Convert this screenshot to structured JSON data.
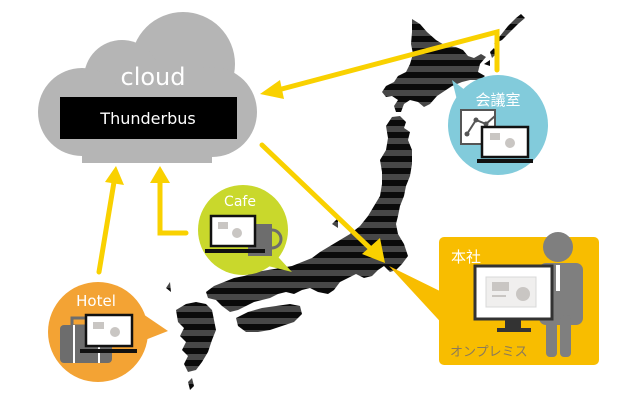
{
  "cloud": {
    "label": "cloud",
    "product": "Thunderbus"
  },
  "locations": {
    "meeting_room": {
      "label": "会議室",
      "icon": "laptop-and-whiteboard-chart-icon"
    },
    "cafe": {
      "label": "Cafe",
      "icon": "laptop-and-coffee-cup-icon"
    },
    "hotel": {
      "label": "Hotel",
      "icon": "laptop-and-suitcase-icon"
    },
    "headquarters": {
      "label": "本社",
      "sublabel": "オンプレミス",
      "icon": "monitor-and-person-icon"
    }
  },
  "colors": {
    "cloud": "#b5b5b5",
    "arrow": "#f9d100",
    "cafe": "#c9d82c",
    "hotel": "#f3a334",
    "meeting_room": "#82cbdb",
    "headquarters": "#f8bd00",
    "map_dark": "#0a0a0a",
    "map_stripe": "#474747"
  }
}
